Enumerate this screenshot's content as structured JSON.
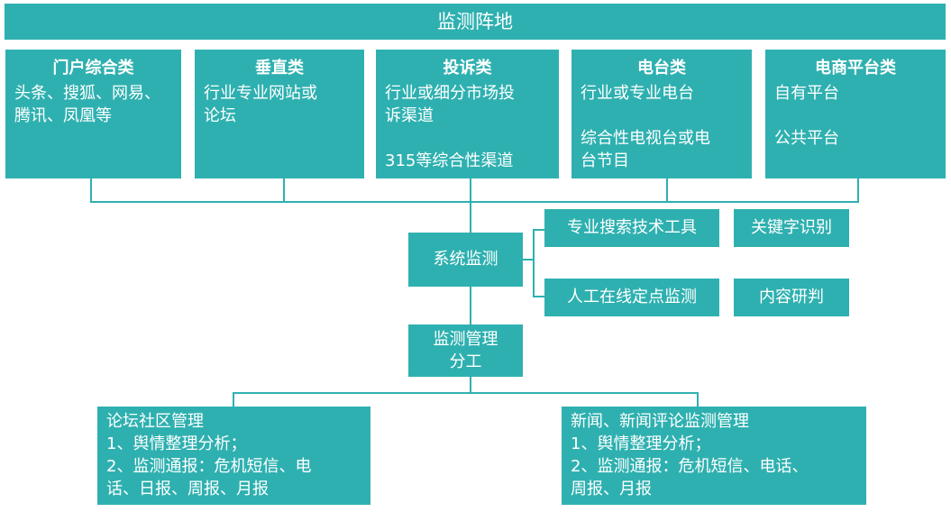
{
  "title": "监测阵地",
  "categories": [
    {
      "heading": "门户综合类",
      "lines": [
        "头条、搜狐、网易、",
        "腾讯、凤凰等"
      ]
    },
    {
      "heading": "垂直类",
      "lines": [
        "行业专业网站或",
        "论坛"
      ]
    },
    {
      "heading": "投诉类",
      "lines": [
        "行业或细分市场投",
        "诉渠道"
      ],
      "lines2": [
        "315等综合性渠道"
      ]
    },
    {
      "heading": "电台类",
      "lines": [
        "行业或专业电台"
      ],
      "lines2": [
        "综合性电视台或电",
        "台节目"
      ]
    },
    {
      "heading": "电商平台类",
      "lines": [
        "自有平台"
      ],
      "lines2": [
        "公共平台"
      ]
    }
  ],
  "system": "系统监测",
  "tools": {
    "search_tool": "专业搜索技术工具",
    "keyword": "关键字识别",
    "manual": "人工在线定点监测",
    "content": "内容研判"
  },
  "management": [
    "监测管理",
    "分工"
  ],
  "forum": {
    "title": "论坛社区管理",
    "items": [
      "1、舆情整理分析；",
      "2、监测通报：危机短信、电",
      "话、日报、周报、月报"
    ]
  },
  "news": {
    "title": "新闻、新闻评论监测管理",
    "items": [
      "1、舆情整理分析；",
      "2、监测通报：危机短信、电话、",
      "周报、月报"
    ]
  },
  "colors": {
    "box": "#2fb0b0"
  }
}
